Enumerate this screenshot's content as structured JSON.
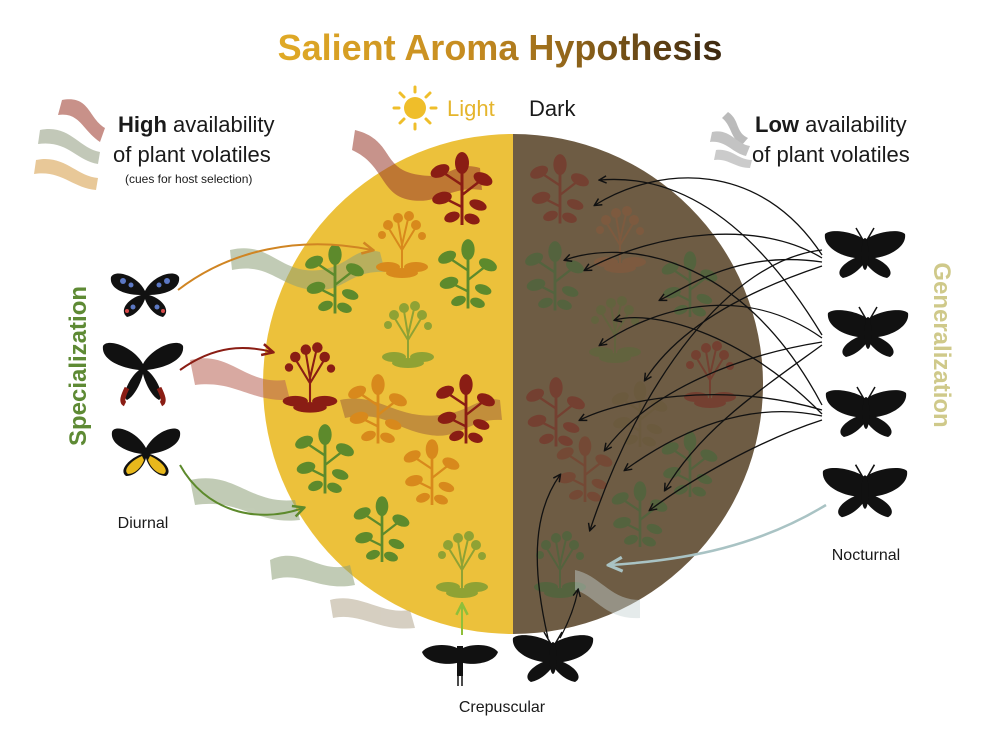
{
  "title": "Salient Aroma Hypothesis",
  "light_label": "Light",
  "dark_label": "Dark",
  "high": {
    "bold": "High",
    "line1_rest": " availability",
    "line2": "of plant volatiles",
    "line3": "(cues for host selection)"
  },
  "low": {
    "bold": "Low",
    "line1_rest": " availability",
    "line2": "of plant volatiles"
  },
  "specialization_label": "Specialization",
  "generalization_label": "Generalization",
  "diurnal_label": "Diurnal",
  "nocturnal_label": "Nocturnal",
  "crepuscular_label": "Crepuscular",
  "colors": {
    "title_gradient": [
      "#e0aa26",
      "#3c2810"
    ],
    "light_half": "#ecc13b",
    "dark_half": "#6e5c44",
    "specialization": "#5e8a34",
    "generalization": "#cfc98a",
    "red_plant": "#8a1d14",
    "orange_plant": "#d8891c",
    "green_plant": "#5d8a2c",
    "yellow_green_plant": "#8fa234",
    "nocturnal_arrow": "#a9c3c4"
  },
  "icons": [
    "sun-icon",
    "moon-icon",
    "odor-plume-icon",
    "plant-icon",
    "butterfly-icon",
    "moth-icon"
  ]
}
